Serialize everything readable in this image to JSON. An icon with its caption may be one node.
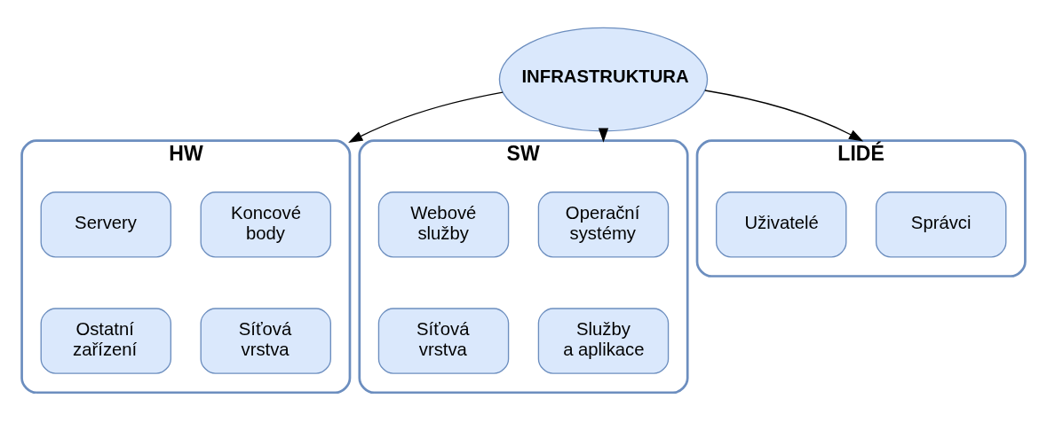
{
  "diagram": {
    "nodes": [
      {
        "text": [
          "INFRASTRUKTURA"
        ]
      },
      {
        "text": [
          "HW"
        ]
      },
      {
        "text": [
          "Koncové body"
        ],
        "in": 1
      },
      {
        "text": [
          "Servery"
        ],
        "in": 1
      },
      {
        "text": [
          "Síťová vrstva"
        ],
        "in": 1
      },
      {
        "text": [
          "Ostatní zařízení"
        ],
        "in": 1
      },
      {
        "text": [
          "SW"
        ]
      },
      {
        "text": [
          "Operační systémy"
        ],
        "in": 6
      },
      {
        "text": [
          "Webové služby"
        ],
        "in": 6
      },
      {
        "text": [
          "Služby a aplikace"
        ],
        "in": 6
      },
      {
        "text": [
          "Síťová vrstva"
        ],
        "in": 6
      },
      {
        "text": [
          "LIDÉ"
        ]
      },
      {
        "text": [
          "Správci"
        ],
        "in": 11
      },
      {
        "text": [
          "Uživatelé"
        ],
        "in": 11
      }
    ],
    "edges": [
      {
        "from": 0,
        "to": 1,
        "arrow": "to"
      },
      {
        "from": 0,
        "to": 6,
        "arrow": "to"
      },
      {
        "from": 0,
        "to": 11,
        "arrow": "to"
      }
    ]
  }
}
